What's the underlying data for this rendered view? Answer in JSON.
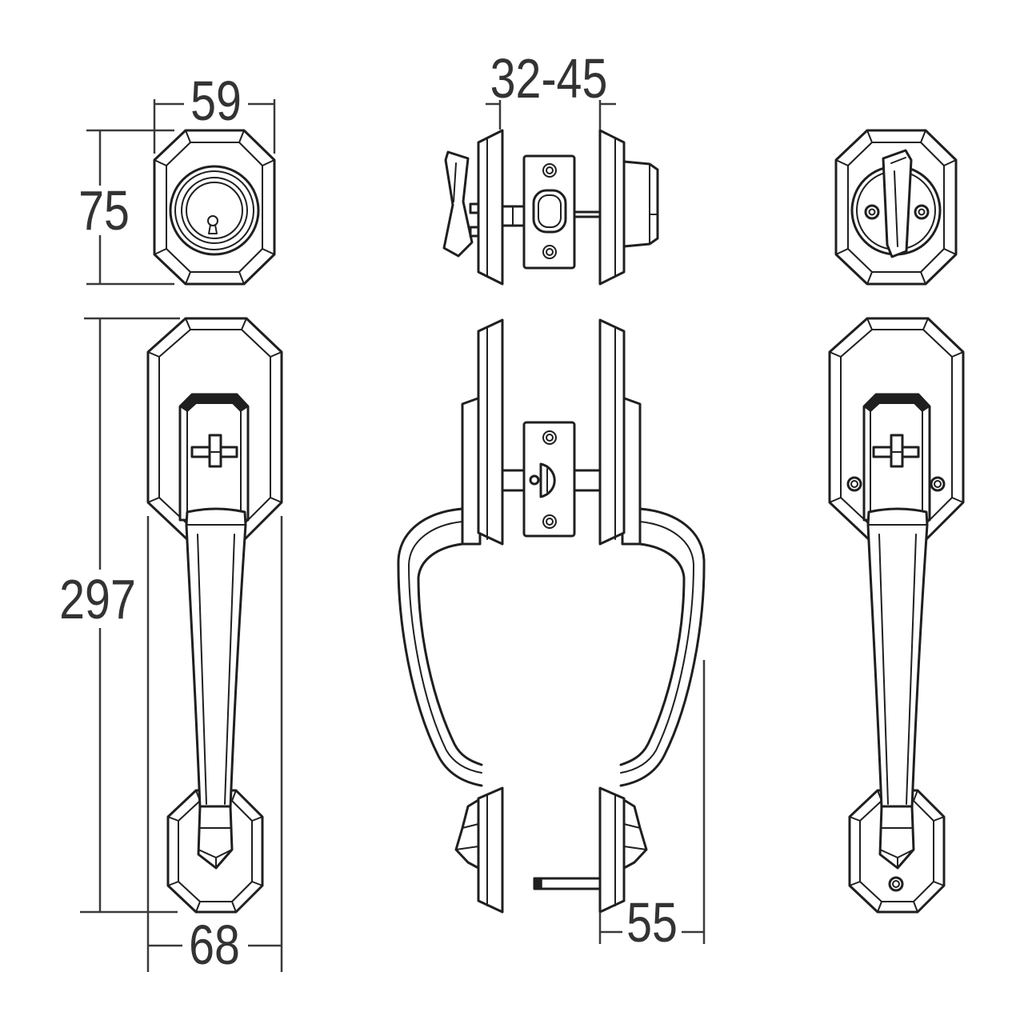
{
  "dimensions": {
    "deadbolt_width": "59",
    "deadbolt_height": "75",
    "door_thickness": "32-45",
    "handleset_height": "297",
    "handleset_width": "68",
    "handle_projection": "55"
  }
}
